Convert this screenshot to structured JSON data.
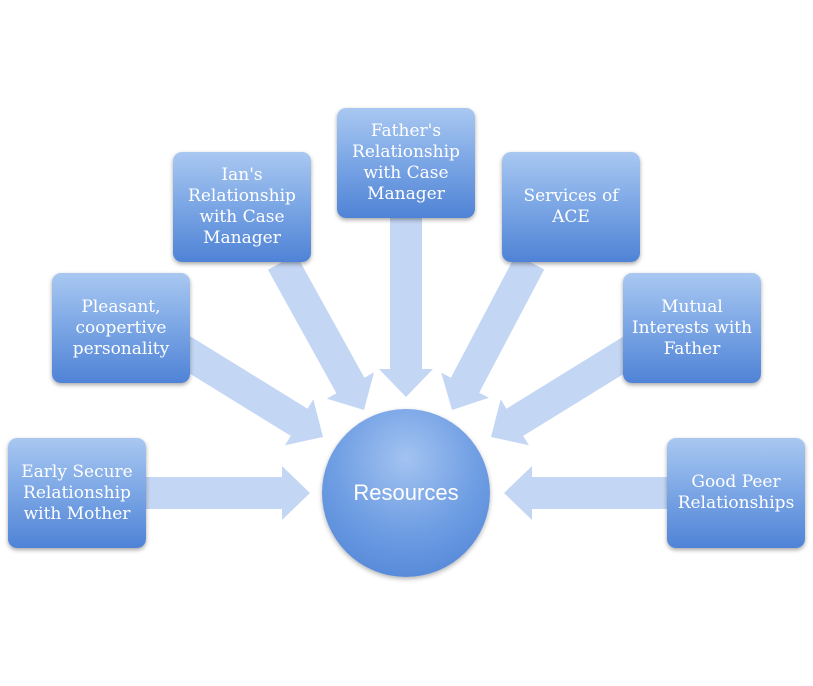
{
  "diagram": {
    "center": "Resources",
    "factors": [
      "Early Secure\nRelationship\nwith Mother",
      "Pleasant,\ncoopertive\npersonality",
      "Ian's\nRelationship\nwith Case\nManager",
      "Father's\nRelationship\nwith Case\nManager",
      "Services of\nACE",
      "Mutual\nInterests with\nFather",
      "Good Peer\nRelationships"
    ]
  }
}
